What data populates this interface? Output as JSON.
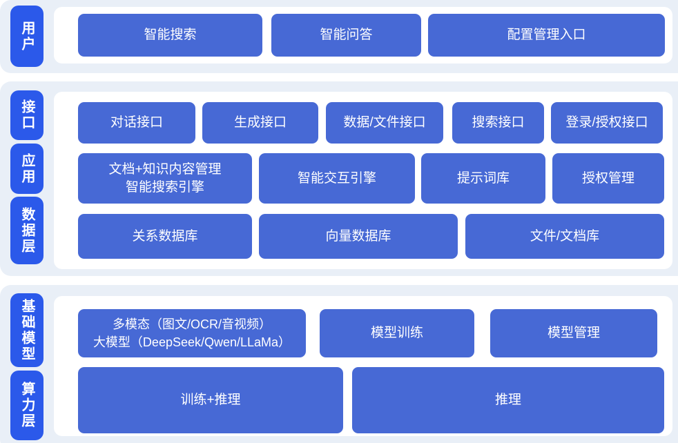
{
  "palette": {
    "band_background": "#e9eff7",
    "card_background": "#ffffff",
    "layer_label_blue": "#2b59ea",
    "node_blue": "#4769d5",
    "text_white": "#ffffff"
  },
  "side_labels": {
    "user": "用户",
    "interface": "接口",
    "application": "应用",
    "data_layer": "数据层",
    "base_model": "基础模型",
    "compute_layer": "算力层"
  },
  "rows": {
    "user": [
      "智能搜索",
      "智能问答",
      "配置管理入口"
    ],
    "interface": [
      "对话接口",
      "生成接口",
      "数据/文件接口",
      "搜索接口",
      "登录/授权接口"
    ],
    "application": {
      "doc_engine_line1": "文档+知识内容管理",
      "doc_engine_line2": "智能搜索引擎",
      "others": [
        "智能交互引擎",
        "提示词库",
        "授权管理"
      ]
    },
    "data_layer": [
      "关系数据库",
      "向量数据库",
      "文件/文档库"
    ],
    "base_model": {
      "multimodal_line1": "多模态（图文/OCR/音视频）",
      "multimodal_line2": "大模型（DeepSeek/Qwen/LLaMa）",
      "others": [
        "模型训练",
        "模型管理"
      ]
    },
    "compute_layer": [
      "训练+推理",
      "推理"
    ]
  }
}
